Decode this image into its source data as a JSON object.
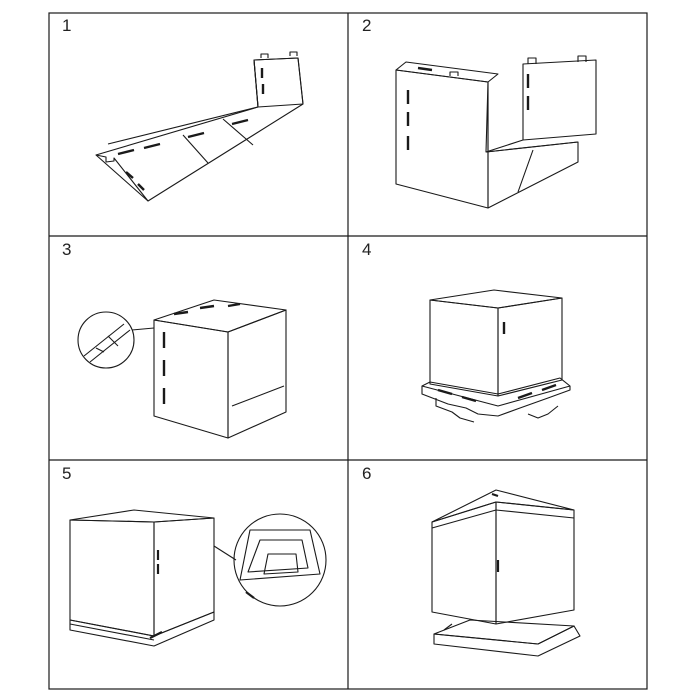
{
  "panels": [
    {
      "step": "1"
    },
    {
      "step": "2"
    },
    {
      "step": "3"
    },
    {
      "step": "4"
    },
    {
      "step": "5"
    },
    {
      "step": "6"
    }
  ],
  "colors": {
    "line": "#1a1a1a",
    "background": "#ffffff"
  }
}
